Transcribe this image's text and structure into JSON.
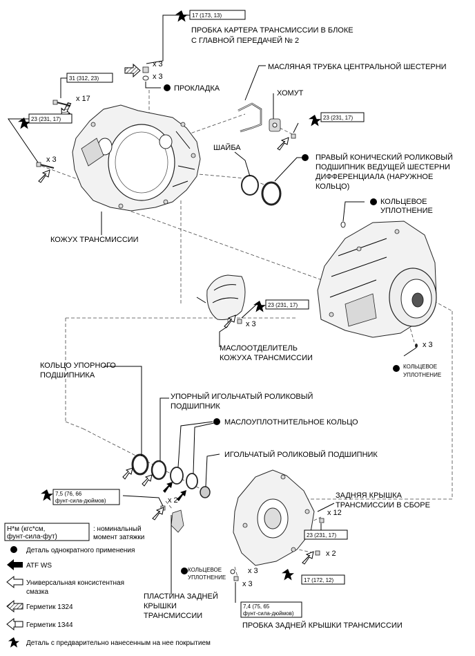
{
  "labels": {
    "plug_block": [
      "ПРОБКА КАРТЕРА ТРАНСМИССИИ В БЛОКЕ",
      "С ГЛАВНОЙ ПЕРЕДАЧЕЙ № 2"
    ],
    "gasket": "ПРОКЛАДКА",
    "oil_pipe": "МАСЛЯНАЯ ТРУБКА ЦЕНТРАЛЬНОЙ ШЕСТЕРНИ",
    "clamp": "ХОМУТ",
    "washer": "ШАЙБА",
    "bearing_right": [
      "ПРАВЫЙ КОНИЧЕСКИЙ РОЛИКОВЫЙ",
      "ПОДШИПНИК ВЕДУЩЕЙ ШЕСТЕРНИ",
      "ДИФФЕРЕНЦИАЛА (НАРУЖНОЕ",
      "КОЛЬЦО)"
    ],
    "oring_top": [
      "КОЛЬЦЕВОЕ",
      "УПЛОТНЕНИЕ"
    ],
    "housing": "КОЖУХ ТРАНСМИССИИ",
    "separator": [
      "МАСЛООТДЕЛИТЕЛЬ",
      "КОЖУХА ТРАНСМИССИИ"
    ],
    "thrust_ring": [
      "КОЛЬЦО УПОРНОГО",
      "ПОДШИПНИКА"
    ],
    "oring_right": [
      "КОЛЬЦЕВОЕ",
      "УПЛОТНЕНИЕ"
    ],
    "thrust_needle": [
      "УПОРНЫЙ ИГОЛЬЧАТЫЙ РОЛИКОВЫЙ",
      "ПОДШИПНИК"
    ],
    "oil_seal": "МАСЛОУПЛОТНИТЕЛЬНОЕ КОЛЬЦО",
    "needle_bearing": "ИГОЛЬЧАТЫЙ РОЛИКОВЫЙ ПОДШИПНИК",
    "rear_cover": [
      "ЗАДНЯЯ КРЫШКА",
      "ТРАНСМИССИИ В СБОРЕ"
    ],
    "rear_plate": [
      "ПЛАСТИНА ЗАДНЕЙ",
      "КРЫШКИ",
      "ТРАНСМИССИИ"
    ],
    "oring_bottom": [
      "КОЛЬЦЕВОЕ",
      "УПЛОТНЕНИЕ"
    ],
    "rear_plug": "ПРОБКА ЗАДНЕЙ КРЫШКИ ТРАНСМИССИИ"
  },
  "quantities": {
    "plug_x3": "x 3",
    "gasket_x3": "x 3",
    "bolt31_x17": "x 17",
    "bolt23_left_x3": "x 3",
    "bolt23_sep_x3": "x 3",
    "oring_right_x3": "x 3",
    "plate_x2": "x 2",
    "cover_x12": "x 12",
    "bolt17_x2": "x 2",
    "oring_bottom_x3": "x 3",
    "plug74_x3": "x 3"
  },
  "torques": {
    "t17_173": "17 (173, 13)",
    "t31_312": "31 (312, 23)",
    "t23_left": "23 (231, 17)",
    "t23_clamp": "23 (231, 17)",
    "t23_sep": "23 (231, 17)",
    "t75": [
      "7,5 (76, 66",
      "фунт-сила-дюймов)"
    ],
    "t23_cover": "23 (231, 17)",
    "t17_172": "17 (172, 12)",
    "t74": [
      "7,4 (75, 65",
      "фунт-сила-дюймов)"
    ]
  },
  "legend": {
    "units": [
      "Н*м (кгс*см,",
      "фунт-сила-фут)"
    ],
    "units_desc": [
      ": номинальный",
      "момент затяжки"
    ],
    "single_use": "Деталь однократного применения",
    "atf": "ATF WS",
    "grease": [
      "Универсальная консистентная",
      "смазка"
    ],
    "sealant_1324": "Герметик 1324",
    "sealant_1344": "Герметик 1344",
    "precoated": "Деталь с предварительно нанесенным на нее покрытием"
  },
  "icons": [
    "star-icon",
    "dot-icon",
    "arrow-solid-icon",
    "arrow-outline-icon",
    "arrow-hatched-icon",
    "arrow-double-icon"
  ]
}
